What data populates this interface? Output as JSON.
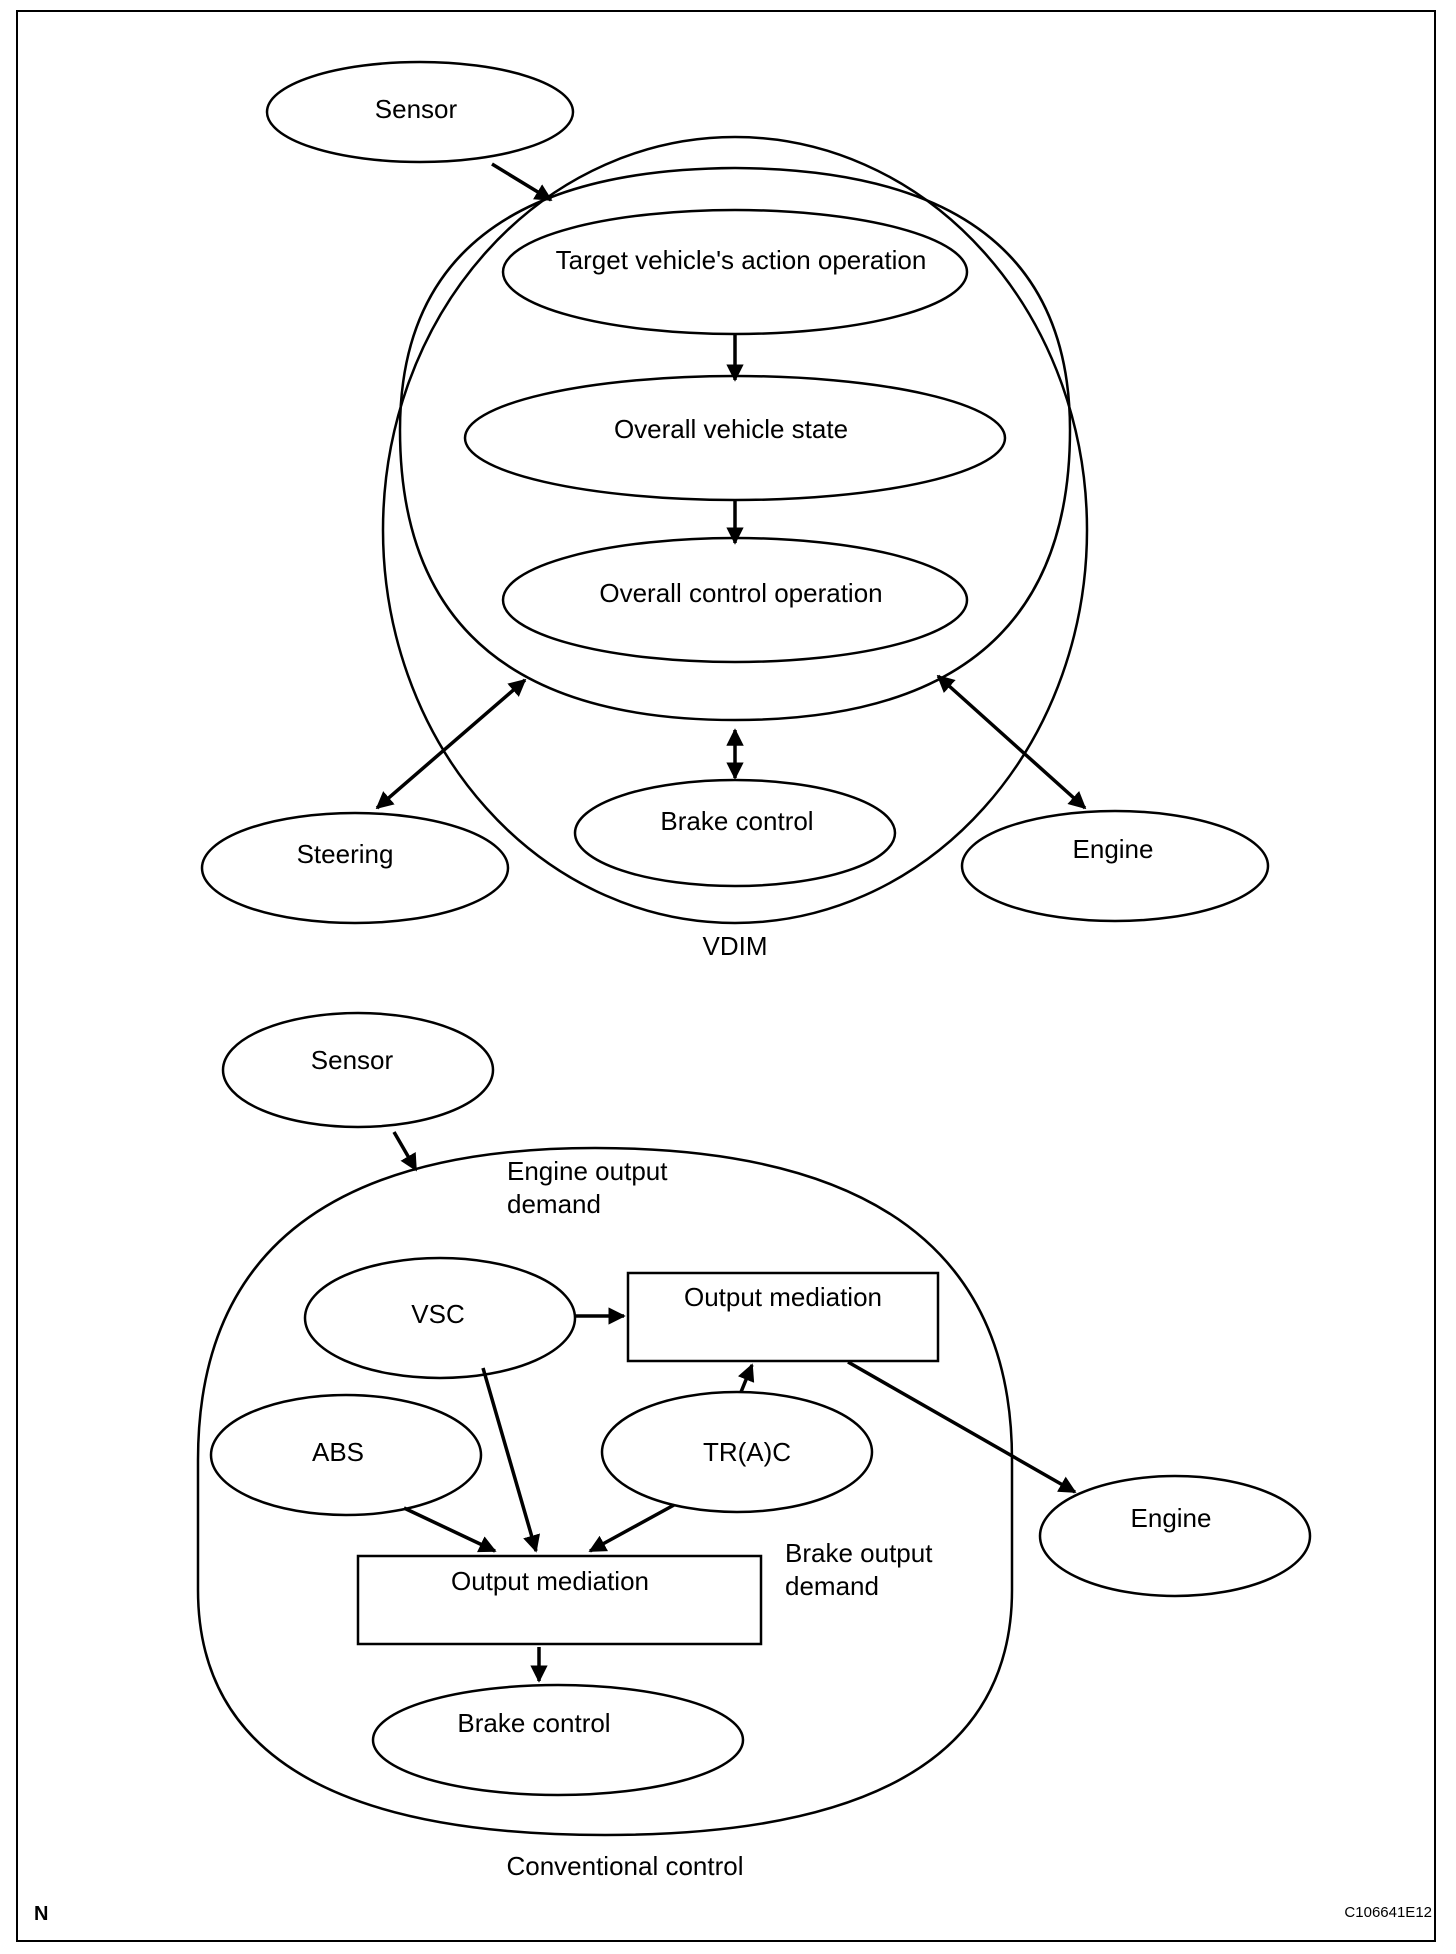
{
  "vdim": {
    "caption": "VDIM",
    "sensor": "Sensor",
    "target_action": "Target vehicle's action operation",
    "overall_state": "Overall vehicle state",
    "overall_control": "Overall control operation",
    "steering": "Steering",
    "brake_control": "Brake control",
    "engine": "Engine"
  },
  "conventional": {
    "caption": "Conventional control",
    "sensor": "Sensor",
    "engine_output_demand_line1": "Engine output",
    "engine_output_demand_line2": "demand",
    "vsc": "VSC",
    "abs": "ABS",
    "trac": "TR(A)C",
    "output_mediation_engine": "Output mediation",
    "output_mediation_brake": "Output mediation",
    "brake_output_demand_line1": "Brake output",
    "brake_output_demand_line2": "demand",
    "brake_control": "Brake control",
    "engine": "Engine"
  },
  "footer": {
    "corner_mark": "N",
    "figure_code": "C106641E12"
  }
}
